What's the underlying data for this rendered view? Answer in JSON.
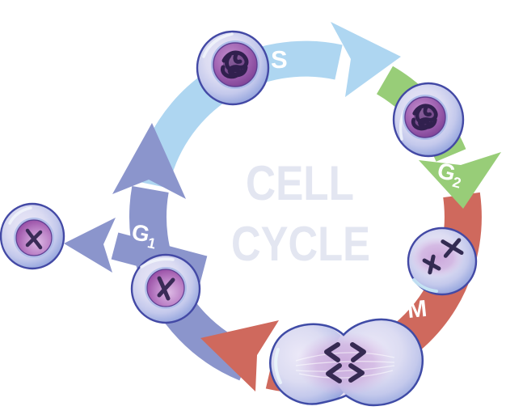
{
  "title": {
    "line1": "CELL",
    "line2": "CYCLE",
    "color": "#e3e6f1"
  },
  "phases": {
    "s": {
      "label": "S",
      "color": "#aed6f1"
    },
    "g2": {
      "label_main": "G",
      "label_sub": "2",
      "color": "#98cd78"
    },
    "m": {
      "label": "M",
      "color": "#cf695d"
    },
    "g1": {
      "label_main": "G",
      "label_sub": "1",
      "color": "#8b95cc"
    }
  },
  "label_text_color": "#ffffff",
  "cell_style": {
    "membrane_color": "#4349a5",
    "nucleus_color": "#8a4a9e",
    "chromatin_color": "#31204e"
  }
}
